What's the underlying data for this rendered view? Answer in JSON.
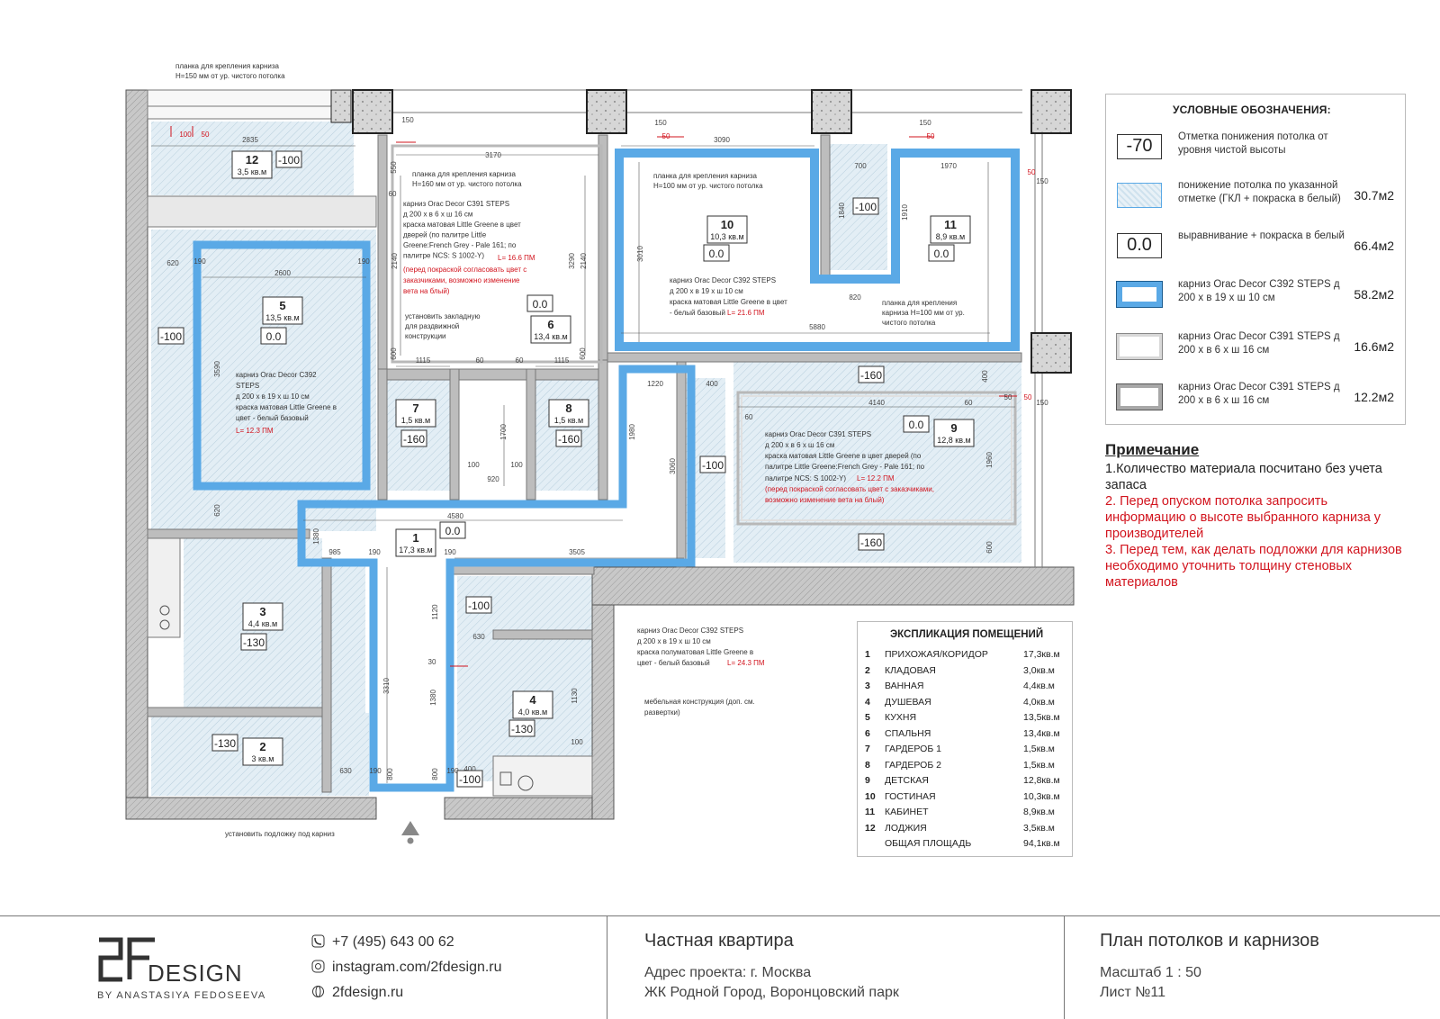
{
  "plan": {
    "rooms": [
      {
        "no": "12",
        "area": "3,5 кв.м",
        "level": "-100"
      },
      {
        "no": "5",
        "area": "13,5 кв.м",
        "level": "0.0",
        "level2": "-100"
      },
      {
        "no": "6",
        "area": "13,4 кв.м",
        "level": "0.0"
      },
      {
        "no": "10",
        "area": "10,3 кв.м",
        "level": "0.0"
      },
      {
        "no": "11",
        "area": "8,9 кв.м",
        "level": "0.0",
        "level2": "-100"
      },
      {
        "no": "7",
        "area": "1,5 кв.м",
        "level": "-160"
      },
      {
        "no": "8",
        "area": "1,5 кв.м",
        "level": "-160"
      },
      {
        "no": "9",
        "area": "12,8 кв.м",
        "level": "0.0",
        "level2": "-160",
        "level3": "-160"
      },
      {
        "no": "1",
        "area": "17,3 кв.м",
        "level": "0.0",
        "level2": "-100"
      },
      {
        "no": "3",
        "area": "4,4 кв.м",
        "level": "-130"
      },
      {
        "no": "2",
        "area": "3 кв.м",
        "level": "-130"
      },
      {
        "no": "4",
        "area": "4,0 кв.м",
        "level": "-130",
        "level2": "-100",
        "level3": "-100"
      }
    ],
    "dims": [
      "2835",
      "150",
      "100",
      "50",
      "3170",
      "550",
      "60",
      "150",
      "50",
      "3090",
      "150",
      "50",
      "700",
      "1970",
      "50",
      "150",
      "50",
      "620",
      "190",
      "2600",
      "190",
      "3590",
      "620",
      "1840",
      "1910",
      "820",
      "3010",
      "5880",
      "2140",
      "3290",
      "2140",
      "600",
      "1115",
      "60",
      "60",
      "1115",
      "600",
      "1220",
      "400",
      "4140",
      "60",
      "50",
      "150",
      "400",
      "60",
      "1960",
      "600",
      "1700",
      "100",
      "920",
      "100",
      "1980",
      "3060",
      "4580",
      "1380",
      "985",
      "190",
      "190",
      "3505",
      "1120",
      "630",
      "30",
      "1380",
      "3310",
      "1130",
      "100",
      "630",
      "190",
      "190",
      "400",
      "800",
      "800"
    ],
    "notes": {
      "top_left": [
        "планка для крепления карниза",
        "Н=150 мм от ур. чистого потолка"
      ],
      "room6_plank": [
        "планка для крепления карниза",
        "Н=160 мм от ур. чистого потолка"
      ],
      "room6_cornice": [
        "карниз Orac Decor C391 STEPS",
        "д 200 х в 6 х ш 16 см",
        "краска матовая Little Greene в цвет",
        "дверей (по палитре Little",
        "Greene:French Grey - Pale 161; по",
        "палитре NCS: S 1002-Y)"
      ],
      "room6_len": "L= 16.6 ПМ",
      "room6_red": [
        "(перед покраской согласовать цвет с",
        "заказчиками, возможно изменение",
        "вета на блый)"
      ],
      "room6_mount": [
        "установить закладную",
        "для раздвижной",
        "конструкции"
      ],
      "room10_plank": [
        "планка для крепления карниза",
        "Н=100 мм от ур. чистого потолка"
      ],
      "room10_cornice": [
        "карниз Orac Decor C392 STEPS",
        "д 200 х в 19 х ш 10 см",
        "краска матовая Little Greene в цвет"
      ],
      "room10_cornice_last": "- белый базовый",
      "room10_len": "L= 21.6 ПМ",
      "room11_plank": [
        "планка для крепления",
        "карниза Н=100 мм от ур.",
        "чистого потолка"
      ],
      "room5_cornice": [
        "карниз Orac Decor C392",
        "STEPS",
        "д 200 х в 19 х ш 10 см",
        "краска матовая Little Greene в",
        "цвет - белый базовый"
      ],
      "room5_len": "L= 12.3 ПМ",
      "room9_cornice": [
        "карниз Orac Decor C391 STEPS",
        "д 200 х в 6 х ш 16 см",
        "краска матовая Little Greene в цвет дверей (по",
        "палитре Little Greene:French Grey - Pale 161; по"
      ],
      "room9_cornice_last": "палитре NCS: S 1002-Y)",
      "room9_len": "L= 12.2 ПМ",
      "room9_red": [
        "(перед покраской согласовать цвет с заказчиками,",
        "возможно изменение вета на блый)"
      ],
      "hall_cornice": [
        "карниз Orac Decor C392 STEPS",
        "д 200 х в 19 х ш 10 см",
        "краска полуматовая Little Greene в"
      ],
      "hall_cornice_last": "цвет - белый базовый",
      "hall_len": "L= 24.3 ПМ",
      "furniture": [
        "мебельная конструкция (доп. см.",
        "развертки)"
      ],
      "entrance": "установить подложку под карниз"
    }
  },
  "legend": {
    "title": "УСЛОВНЫЕ ОБОЗНАЧЕНИЯ:",
    "items": [
      {
        "symbol": "-70",
        "text": "Отметка понижения потолка от уровня чистой высоты",
        "value": ""
      },
      {
        "symbol": "",
        "text": "понижение потолка по указанной отметке (ГКЛ + покраска в белый)",
        "value": "30.7м2"
      },
      {
        "symbol": "0.0",
        "text": "выравнивание + покраска в белый",
        "value": "66.4м2"
      },
      {
        "symbol": "",
        "text": "карниз Orac Decor C392 STEPS д 200 х в 19 х ш 10 см",
        "value": "58.2м2"
      },
      {
        "symbol": "",
        "text": "карниз Orac Decor C391 STEPS д 200 х в 6 х ш 16 см",
        "value": "16.6м2"
      },
      {
        "symbol": "",
        "text": "карниз Orac Decor C391 STEPS д 200 х в 6 х ш 16 см",
        "value": "12.2м2"
      }
    ]
  },
  "notes": {
    "title": "Примечание",
    "n1": "1.Количество материала посчитано без учета запаса",
    "n2": "2. Перед опуском потолка запросить информацию о высоте выбранного карниза у производителей",
    "n3": "3. Перед тем, как делать подложки для карнизов необходимо уточнить толщину стеновых материалов"
  },
  "explication": {
    "title": "ЭКСПЛИКАЦИЯ ПОМЕЩЕНИЙ",
    "rows": [
      {
        "no": "1",
        "name": "ПРИХОЖАЯ/КОРИДОР",
        "area": "17,3кв.м"
      },
      {
        "no": "2",
        "name": "КЛАДОВАЯ",
        "area": "3,0кв.м"
      },
      {
        "no": "3",
        "name": "ВАННАЯ",
        "area": "4,4кв.м"
      },
      {
        "no": "4",
        "name": "ДУШЕВАЯ",
        "area": "4,0кв.м"
      },
      {
        "no": "5",
        "name": "КУХНЯ",
        "area": "13,5кв.м"
      },
      {
        "no": "6",
        "name": "СПАЛЬНЯ",
        "area": "13,4кв.м"
      },
      {
        "no": "7",
        "name": "ГАРДЕРОБ 1",
        "area": "1,5кв.м"
      },
      {
        "no": "8",
        "name": "ГАРДЕРОБ 2",
        "area": "1,5кв.м"
      },
      {
        "no": "9",
        "name": "ДЕТСКАЯ",
        "area": "12,8кв.м"
      },
      {
        "no": "10",
        "name": "ГОСТИНАЯ",
        "area": "10,3кв.м"
      },
      {
        "no": "11",
        "name": "КАБИНЕТ",
        "area": "8,9кв.м"
      },
      {
        "no": "12",
        "name": "ЛОДЖИЯ",
        "area": "3,5кв.м"
      }
    ],
    "total_label": "ОБЩАЯ ПЛОЩАДЬ",
    "total_area": "94,1кв.м"
  },
  "footer": {
    "logo_design": "DESIGN",
    "logo_by": "BY ANASTASIYA FEDOSEEVA",
    "phone": "+7 (495) 643 00 62",
    "instagram": "instagram.com/2fdesign.ru",
    "site": "2fdesign.ru",
    "project_title": "Частная квартира",
    "address1": "Адрес проекта: г. Москва",
    "address2": "ЖК Родной Город, Воронцовский парк",
    "sheet_title": "План потолков и карнизов",
    "scale": "Масштаб 1 : 50",
    "sheet": "Лист №11"
  },
  "colors": {
    "wall": "#8a8a8a",
    "wall_dark": "#333333",
    "cornice": "#5aa9e6",
    "drop_fill": "#dce9f1",
    "red": "#d2141e"
  }
}
